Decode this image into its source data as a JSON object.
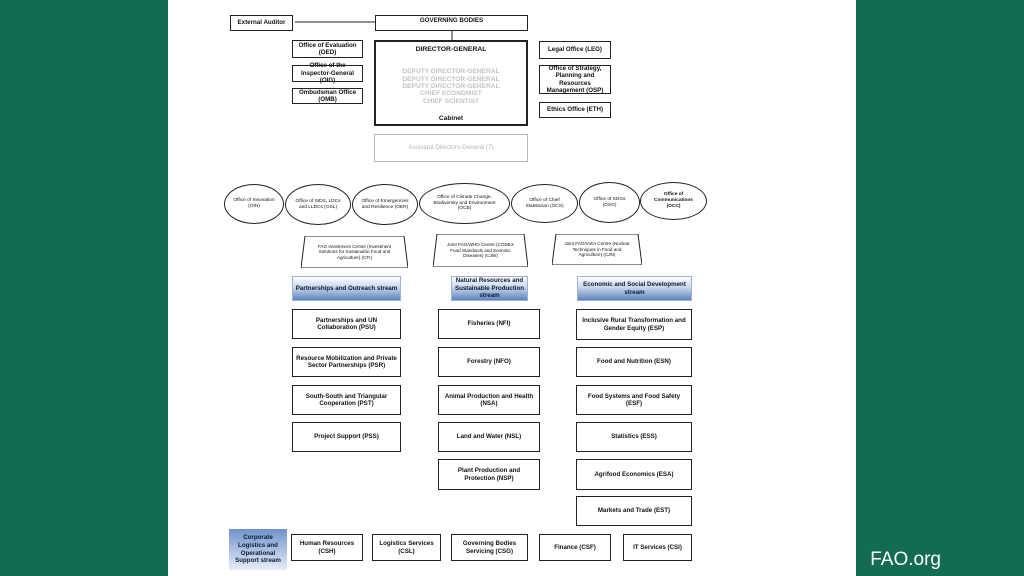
{
  "governing_bodies": "GOVERNING BODIES",
  "external_auditor": "External Auditor",
  "left_offices": [
    "Office of Evaluation (OED)",
    "Office of the Inspector-General (OIG)",
    "Ombudsman Office (OMB)"
  ],
  "director_general": {
    "title": "DIRECTOR-GENERAL",
    "deputies": [
      "DEPUTY DIRECTOR-GENERAL",
      "DEPUTY DIRECTOR-GENERAL",
      "DEPUTY DIRECTOR-GENERAL",
      "CHIEF ECONOMIST",
      "CHIEF SCIENTIST"
    ],
    "cabinet": "Cabinet"
  },
  "right_offices": [
    "Legal Office (LEG)",
    "Office of Strategy, Planning and Resources Management (OSP)",
    "Ethics Office (ETH)"
  ],
  "assistant_dgs": "Assistant Directors-General (7)",
  "offices_ovals": [
    "Office of Innovation (OIN)",
    "Office of SIDS, LDCs and LLDCs (OSL)",
    "Office of Emergencies and Resilience (OER)",
    "Office of Climate Change, Biodiversity and Environment (OCB)",
    "Office of Chief Statistician (OCS)",
    "Office of SDGs (OSG)",
    "Office of Communications (OCC)"
  ],
  "centres": [
    "FAO Investment Centre (Investment Solutions for Sustainable Food and Agriculture) (CFI)",
    "Joint FAO/WHO Centre (CODEX Food Standards and Zoonotic Diseases) (CJW)",
    "Joint FAO/IAEA Centre (Nuclear Techniques in Food and Agriculture) (CJN)"
  ],
  "streams": [
    {
      "title": "Partnerships and Outreach stream",
      "units": [
        "Partnerships and UN Collaboration (PSU)",
        "Resource Mobilization and Private Sector Partnerships (PSR)",
        "South-South and Triangular Cooperation (PST)",
        "Project Support (PSS)"
      ]
    },
    {
      "title": "Natural Resources and Sustainable Production stream",
      "units": [
        "Fisheries (NFI)",
        "Forestry (NFO)",
        "Animal Production and Health (NSA)",
        "Land and Water (NSL)",
        "Plant Production and Protection (NSP)"
      ]
    },
    {
      "title": "Economic and Social Development stream",
      "units": [
        "Inclusive Rural Transformation and Gender Equity (ESP)",
        "Food and Nutrition (ESN)",
        "Food Systems and Food Safety (ESF)",
        "Statistics (ESS)",
        "Agrifood Economics  (ESA)",
        "Markets and Trade (EST)"
      ]
    }
  ],
  "corporate": {
    "title": "Corporate Logistics and Operational Support stream",
    "units": [
      "Human Resources (CSH)",
      "Logistics Services (CSL)",
      "Governing Bodies Servicing (CSG)",
      "Finance (CSF)",
      "IT Services (CSI)"
    ]
  },
  "footer": "FAO.org"
}
